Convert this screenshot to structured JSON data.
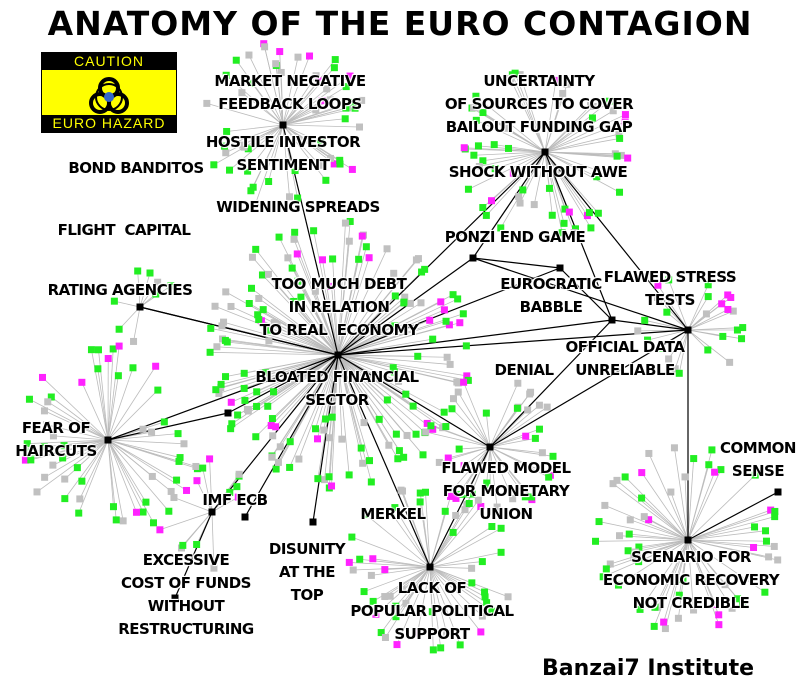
{
  "title": "ANATOMY OF THE EURO CONTAGION",
  "badge": {
    "top": "CAUTION",
    "bottom": "EURO HAZARD"
  },
  "credit": "Banzai7 Institute",
  "colors": {
    "green": "#22ee22",
    "magenta": "#ff22ff",
    "gray": "#c0c0c0",
    "hub": "#000000",
    "badge": "#ffff00"
  },
  "labels": {
    "market": "MARKET NEGATIVE\nFEEDBACK LOOPS",
    "hostile": "HOSTILE INVESTOR\nSENTIMENT",
    "bond": "BOND BANDITOS",
    "widening": "WIDENING SPREADS",
    "flight": "FLIGHT  CAPITAL",
    "rating": "RATING AGENCIES",
    "uncertainty": "UNCERTAINTY\nOF SOURCES TO COVER\nBAILOUT FUNDING GAP",
    "shock": "SHOCK WITHOUT AWE",
    "ponzi": "PONZI END GAME",
    "eurocratic": "EUROCRATIC\nBABBLE",
    "stress": "FLAWED STRESS\nTESTS",
    "debt": "TOO MUCH DEBT\nIN RELATION\nTO REAL  ECONOMY",
    "bloated": "BLOATED FINANCIAL\nSECTOR",
    "official": "OFFICIAL DATA\nUNRELIABLE",
    "denial": "DENIAL",
    "haircuts": "FEAR OF\nHAIRCUTS",
    "imf": "IMF ECB",
    "excessive": "EXCESSIVE\nCOST OF FUNDS\nWITHOUT\nRESTRUCTURING",
    "disunity": "DISUNITY\nAT THE\nTOP",
    "merkel": "MERKEL",
    "model": "FLAWED MODEL\nFOR MONETARY\nUNION",
    "popular": "LACK OF\nPOPULAR POLITICAL\nSUPPORT",
    "common": "COMMON\nSENSE",
    "scenario": "SCENARIO FOR\nECONOMIC RECOVERY\nNOT CREDIBLE"
  }
}
